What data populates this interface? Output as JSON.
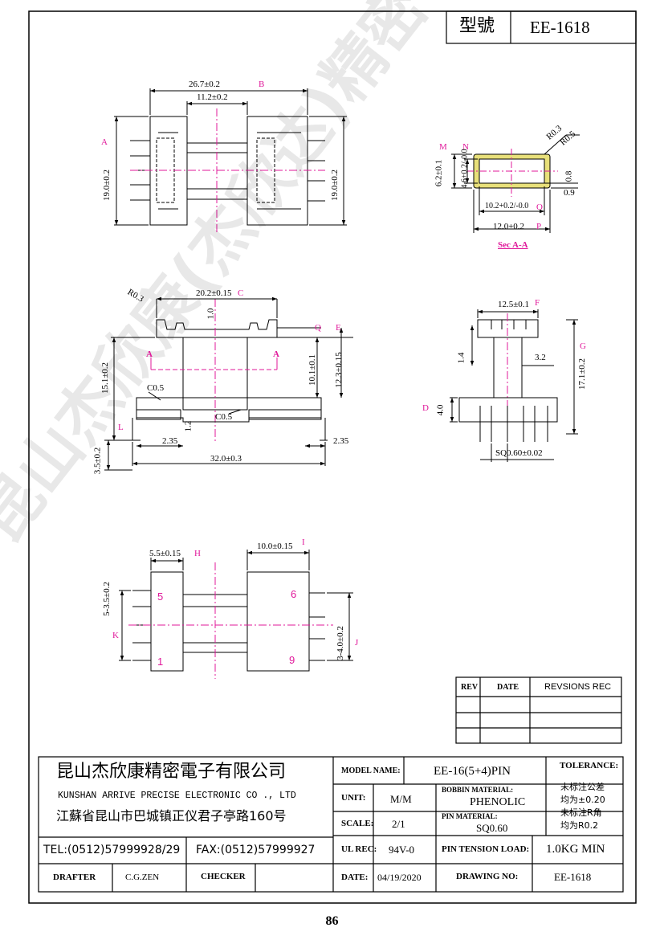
{
  "header": {
    "model_label": "型號",
    "model_value": "EE-1618"
  },
  "watermark": "昆山杰欣康(杰欣达)精密电子有限公司",
  "views": {
    "top": {
      "dims": {
        "width_total": "26.7±0.2",
        "width_inner": "11.2±0.2",
        "height_left": "19.0±0.2",
        "height_right": "19.0±0.2"
      },
      "callouts": {
        "a": "A",
        "b": "B"
      }
    },
    "section": {
      "dims": {
        "outer_h": "6.2±0.1",
        "inner_h": "4.6+0.2/-0.0",
        "r03": "R0.3",
        "r05": "R0.5",
        "d08": "0.8",
        "d09": "0.9",
        "inner_w": "10.2+0.2/-0.0",
        "outer_w": "12.0±0.2"
      },
      "callouts": {
        "m": "M",
        "n": "N",
        "o": "O",
        "p": "P"
      },
      "caption": "Sec A-A"
    },
    "front": {
      "dims": {
        "r03": "R0.3",
        "top_w": "20.2±0.15",
        "flange_t": "1.0",
        "h_total": "15.1±0.2",
        "h_inner": "10.1±0.1",
        "h_mid": "12.3±0.15",
        "c05a": "C0.5",
        "c05b": "C0.5",
        "d12": "1.2",
        "d235a": "2.35",
        "d235b": "2.35",
        "pin_len": "3.5±0.2",
        "overall": "32.0±0.3"
      },
      "callouts": {
        "c": "C",
        "q": "Q",
        "e": "E",
        "l": "L"
      },
      "section_mark": "A"
    },
    "side": {
      "dims": {
        "top_w": "12.5±0.1",
        "d14": "1.4",
        "d32": "3.2",
        "height": "17.1±0.2",
        "base_h": "4.0",
        "pin": "SQ0.60±0.02"
      },
      "callouts": {
        "f": "F",
        "g": "G",
        "d": "D"
      }
    },
    "bottom": {
      "dims": {
        "d55": "5.5±0.15",
        "d100": "10.0±0.15",
        "pitch_l": "5-3.5±0.2",
        "pitch_r": "3-4.0±0.2"
      },
      "callouts": {
        "h": "H",
        "i": "I",
        "k": "K",
        "j": "J"
      },
      "pins": {
        "p5": "5",
        "p1": "1",
        "p6": "6",
        "p9": "9"
      }
    }
  },
  "rev_table": {
    "headers": [
      "REV",
      "DATE",
      "REVSIONS   REC"
    ]
  },
  "company": {
    "name_cn": "昆山杰欣康精密電子有限公司",
    "name_en": "KUNSHAN ARRIVE PRECISE ELECTRONIC CO ., LTD",
    "address": "江蘇省昆山市巴城镇正仪君子亭路160号",
    "tel": "TEL:(0512)57999928/29",
    "fax": "FAX:(0512)57999927"
  },
  "title_block": {
    "model_name_label": "MODEL NAME:",
    "model_name_value": "EE-16(5+4)PIN",
    "tolerance_label": "TOLERANCE:",
    "unit_label": "UNIT:",
    "unit_value": "M/M",
    "bobbin_label": "BOBBIN MATERIAL:",
    "bobbin_value": "PHENOLIC",
    "tol1": "未标注公差",
    "tol2": "均为±0.20",
    "tol3": "未标注R角",
    "tol4": "均为R0.2",
    "scale_label": "SCALE:",
    "scale_value": "2/1",
    "pin_mat_label": "PIN MATERIAL:",
    "pin_mat_value": "SQ0.60",
    "ulrec_label": "UL REC:",
    "ulrec_value": "94V-0",
    "tension_label": "PIN TENSION LOAD:",
    "tension_value": "1.0KG MIN",
    "drafter_label": "DRAFTER",
    "drafter_value": "C.G.ZEN",
    "checker_label": "CHECKER",
    "date_label": "DATE:",
    "date_value": "04/19/2020",
    "drawing_label": "DRAWING NO:",
    "drawing_value": "EE-1618"
  },
  "page_number": "86",
  "colors": {
    "callout": "#e0189a",
    "highlight": "#e8e07a",
    "line": "#000000"
  }
}
